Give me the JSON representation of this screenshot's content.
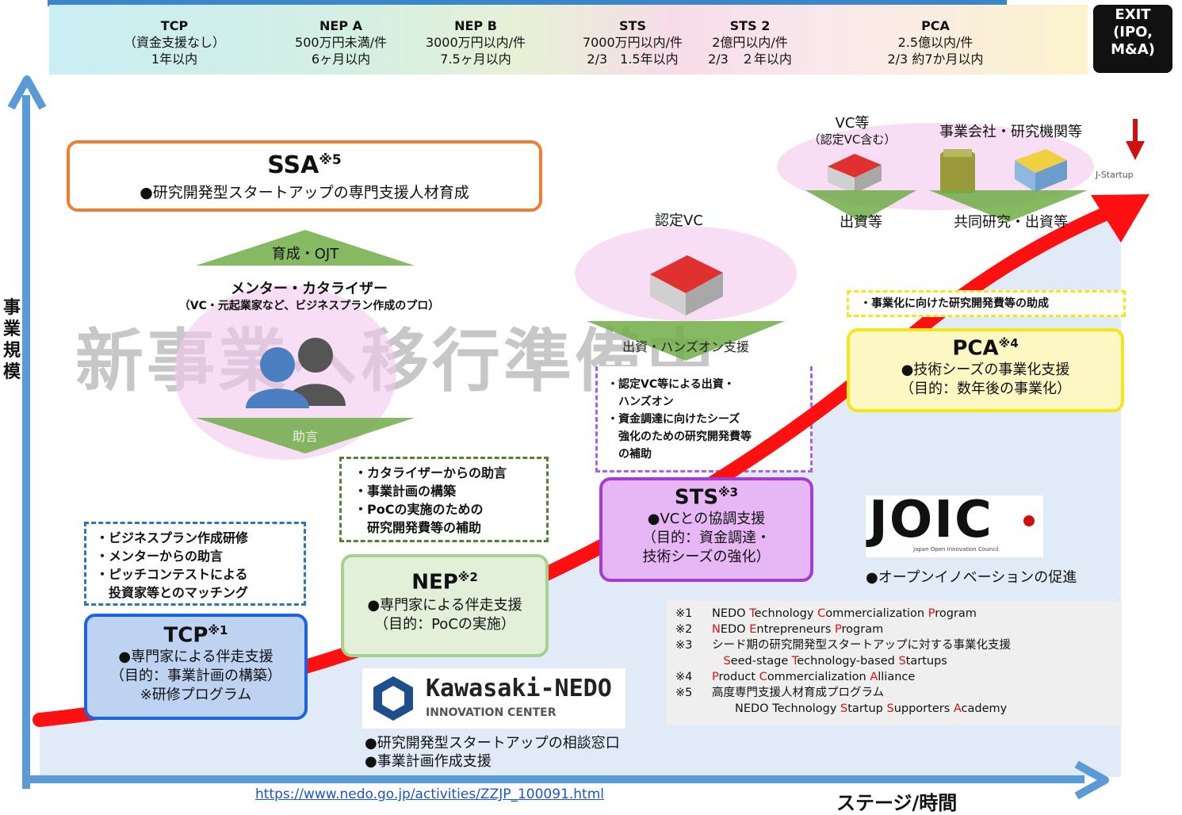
{
  "stages": [
    {
      "name": "TCP",
      "lines": [
        "（資金支援なし）",
        "1年以内"
      ]
    },
    {
      "name": "NEP A",
      "lines": [
        "500万円未満/件",
        "6ヶ月以内"
      ]
    },
    {
      "name": "NEP B",
      "lines": [
        "3000万円以内/件",
        "7.5ヶ月以内"
      ]
    },
    {
      "name": "STS",
      "lines": [
        "7000万円以内/件",
        "2/3　1.5年以内"
      ]
    },
    {
      "name": "STS 2",
      "lines": [
        "2億円以内/件",
        "2/3　２年以内"
      ]
    },
    {
      "name": "PCA",
      "lines": [
        "2.5億以内/件",
        "2/3  約7か月以内"
      ]
    }
  ],
  "exit": [
    "EXIT",
    "(IPO,",
    "M&A)"
  ],
  "axis": {
    "y_label": "事業規模",
    "x_label": "ステージ/時間"
  },
  "ssa": {
    "title": "SSA",
    "sup": "※5",
    "desc": "●研究開発型スタートアップの専門支援人材育成"
  },
  "training_label": "育成・OJT",
  "mentor": {
    "title": "メンター・カタライザー",
    "sub": "（VC・元起業家など、ビジネスプラン作成のプロ）"
  },
  "advice_label": "助言",
  "watermark": "新事業へ移行準備中",
  "tcp_notes": [
    "・ビジネスプラン作成研修",
    "・メンターからの助言",
    "・ピッチコンテストによる",
    "　投資家等とのマッチング"
  ],
  "tcp": {
    "title": "TCP",
    "sup": "※1",
    "lines": [
      "●専門家による伴走支援",
      "（目的：事業計画の構築）",
      "※研修プログラム"
    ]
  },
  "nep_notes": [
    "・カタライザーからの助言",
    "・事業計画の構築",
    "・PoCの実施のための",
    "　研究開発費等の補助"
  ],
  "nep": {
    "title": "NEP",
    "sup": "※2",
    "lines": [
      "●専門家による伴走支援",
      "（目的：PoCの実施）"
    ]
  },
  "kawasaki": {
    "logo_main": "Kawasaki-NEDO",
    "logo_sub": "INNOVATION CENTER",
    "lines": [
      "●研究開発型スタートアップの相談窓口",
      "●事業計画作成支援"
    ]
  },
  "vc_label": "認定VC",
  "vc_support_label": "出資・ハンズオン支援",
  "sts_notes": [
    "・認定VC等による出資・",
    "　ハンズオン",
    "・資金調達に向けたシーズ",
    "　強化のための研究開発費等",
    "　の補助"
  ],
  "sts": {
    "title": "STS",
    "sup": "※3",
    "lines": [
      "●VCとの協調支援",
      "（目的：資金調達・",
      "技術シーズの強化）"
    ]
  },
  "vc_group": {
    "title": "VC等",
    "sub": "（認定VC含む）",
    "action": "出資等"
  },
  "company_group": {
    "title": "事業会社・研究機関等",
    "action": "共同研究・出資等"
  },
  "jstartup": "J-Startup",
  "pca_note": "・事業化に向けた研究開発費等の助成",
  "pca": {
    "title": "PCA",
    "sup": "※4",
    "lines": [
      "●技術シーズの事業化支援",
      "（目的：数年後の事業化）"
    ]
  },
  "joic": {
    "logo": "JOIC",
    "logo_sub": "Japan Open Innovation Council",
    "desc": "●オープンイノベーションの促進"
  },
  "footnotes": [
    {
      "mark": "※1",
      "parts": [
        [
          "N",
          ""
        ],
        [
          "EDO ",
          ""
        ],
        [
          "T",
          "r"
        ],
        [
          "echnology ",
          ""
        ],
        [
          "C",
          "r"
        ],
        [
          "ommercialization ",
          ""
        ],
        [
          "P",
          "r"
        ],
        [
          "rogram",
          ""
        ]
      ]
    },
    {
      "mark": "※2",
      "parts": [
        [
          "N",
          "r"
        ],
        [
          "EDO ",
          ""
        ],
        [
          "E",
          "r"
        ],
        [
          "ntrepreneurs ",
          ""
        ],
        [
          "P",
          "r"
        ],
        [
          "rogram",
          ""
        ]
      ]
    },
    {
      "mark": "※3",
      "parts": [
        [
          "シード期の研究開発型スタートアップに対する事業化支援",
          ""
        ]
      ]
    },
    {
      "mark": "",
      "parts": [
        [
          "　",
          ""
        ],
        [
          "S",
          "r"
        ],
        [
          "eed-stage ",
          ""
        ],
        [
          "T",
          "r"
        ],
        [
          "echnology-based ",
          ""
        ],
        [
          "S",
          "r"
        ],
        [
          "tartups",
          ""
        ]
      ]
    },
    {
      "mark": "※4",
      "parts": [
        [
          "P",
          "r"
        ],
        [
          "roduct ",
          ""
        ],
        [
          "C",
          "r"
        ],
        [
          "ommercialization ",
          ""
        ],
        [
          "A",
          "r"
        ],
        [
          "lliance",
          ""
        ]
      ]
    },
    {
      "mark": "※5",
      "parts": [
        [
          "高度専門支援人材育成プログラム",
          ""
        ]
      ]
    },
    {
      "mark": "",
      "parts": [
        [
          "　　NEDO Technology ",
          ""
        ],
        [
          "S",
          "r"
        ],
        [
          "tartup ",
          ""
        ],
        [
          "S",
          "r"
        ],
        [
          "upporters ",
          ""
        ],
        [
          "A",
          "r"
        ],
        [
          "cademy",
          ""
        ]
      ]
    }
  ],
  "url": "https://www.nedo.go.jp/activities/ZZJP_100091.html",
  "colors": {
    "growth_arrow": "#ff1010",
    "axis": "#5b9bd5",
    "tcp": "#1a62e6",
    "nep": "#a8d08d",
    "sts": "#a43bd6",
    "pca": "#f5e61a",
    "ssa": "#ed7d31"
  }
}
